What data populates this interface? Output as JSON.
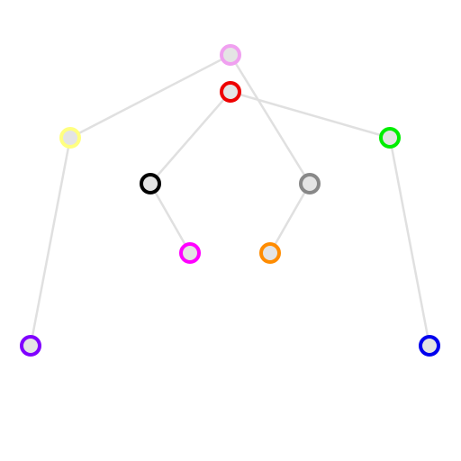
{
  "diagram": {
    "nodes": [
      {
        "id": "pink",
        "color": "#f0a0f0"
      },
      {
        "id": "red",
        "color": "#ee0000"
      },
      {
        "id": "yellow",
        "color": "#ffff80"
      },
      {
        "id": "green",
        "color": "#00ee00"
      },
      {
        "id": "black",
        "color": "#000000"
      },
      {
        "id": "gray",
        "color": "#888888"
      },
      {
        "id": "magenta",
        "color": "#ff00ff"
      },
      {
        "id": "orange",
        "color": "#ff8c00"
      },
      {
        "id": "purple",
        "color": "#8000ff"
      },
      {
        "id": "blue",
        "color": "#0000ee"
      }
    ],
    "edges": [
      {
        "from": "pink",
        "to": "yellow"
      },
      {
        "from": "pink",
        "to": "gray"
      },
      {
        "from": "red",
        "to": "black"
      },
      {
        "from": "red",
        "to": "green"
      },
      {
        "from": "yellow",
        "to": "purple"
      },
      {
        "from": "black",
        "to": "magenta"
      },
      {
        "from": "gray",
        "to": "orange"
      },
      {
        "from": "green",
        "to": "blue"
      }
    ]
  }
}
